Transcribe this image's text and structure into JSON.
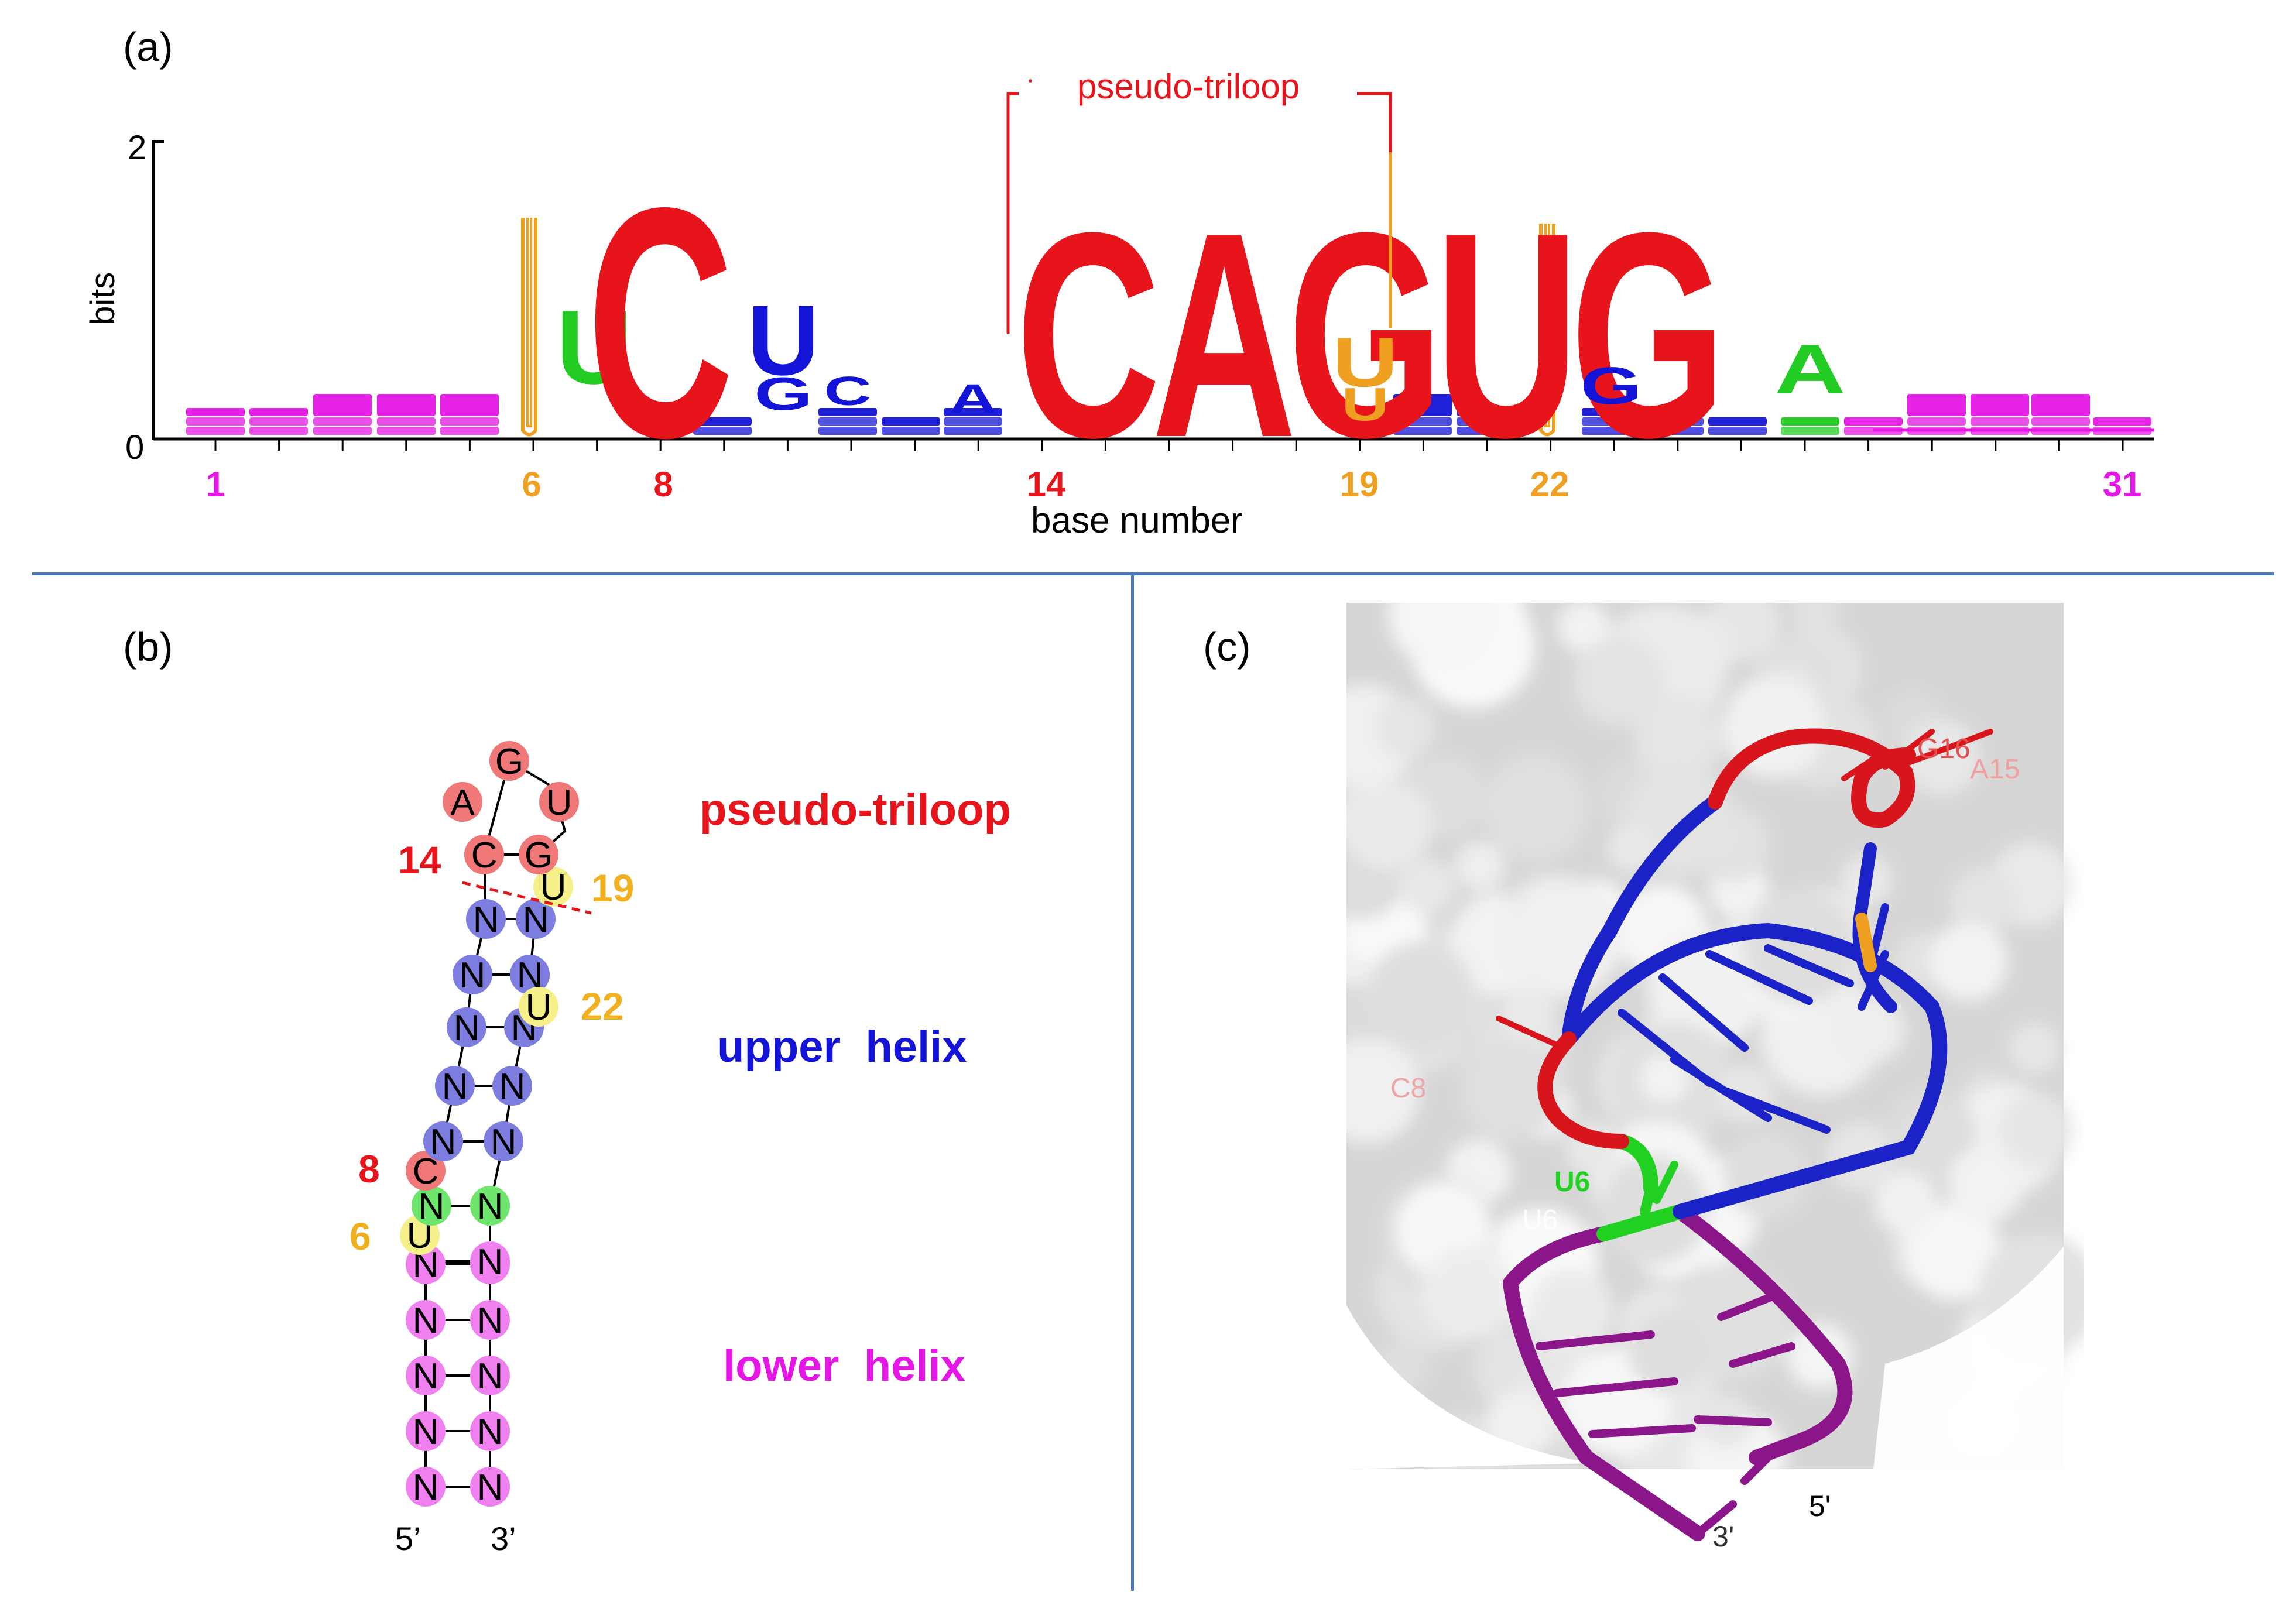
{
  "panel_a": {
    "label": "(a)",
    "y_axis_label": "bits",
    "y_ticks": [
      "0",
      "2"
    ],
    "x_axis_label": "base number",
    "bracket_label": "pseudo-triloop",
    "tick_labels": [
      {
        "text": "1",
        "color": "#e617e6"
      },
      {
        "text": "6",
        "color": "#f0a020"
      },
      {
        "text": "8",
        "color": "#e8141c"
      },
      {
        "text": "14",
        "color": "#e8141c"
      },
      {
        "text": "19",
        "color": "#f0a020"
      },
      {
        "text": "22",
        "color": "#f0a020"
      },
      {
        "text": "31",
        "color": "#e617e6"
      }
    ],
    "logo_letters": [
      "U",
      "C",
      "U",
      "G",
      "C",
      "A",
      "G",
      "U",
      "G",
      "C",
      "U",
      "G",
      "A",
      "A",
      "C",
      "G",
      "A",
      "U"
    ],
    "main_motif": "CAGUG"
  },
  "panel_b": {
    "label": "(b)",
    "loop_letters": [
      "G",
      "A",
      "U",
      "C",
      "G"
    ],
    "stem_letter": "N",
    "marked_bases": [
      {
        "text": "14",
        "color": "#e8141c"
      },
      {
        "text": "19",
        "color": "#f0b020"
      },
      {
        "text": "22",
        "color": "#f0b020"
      },
      {
        "text": "8",
        "color": "#e8141c"
      },
      {
        "text": "6",
        "color": "#f0b020"
      }
    ],
    "u_letter": "U",
    "c_letter": "C",
    "end_5": "5’",
    "end_3": "3’",
    "region_labels": [
      {
        "text": "pseudo-triloop",
        "color": "#e8141c"
      },
      {
        "text": "upper  helix",
        "color": "#1414d8"
      },
      {
        "text": "lower  helix",
        "color": "#e617e6"
      }
    ]
  },
  "panel_c": {
    "label": "(c)",
    "labels": [
      "G16",
      "A15",
      "C8",
      "U6",
      "U6",
      "5'",
      "3'"
    ]
  },
  "colors": {
    "lower_helix": "#e617e6",
    "upper_helix": "#1414d8",
    "loop": "#e8141c",
    "bulge_u": "#f0a020",
    "green": "#22cc22",
    "divider": "#4a7ab8"
  }
}
